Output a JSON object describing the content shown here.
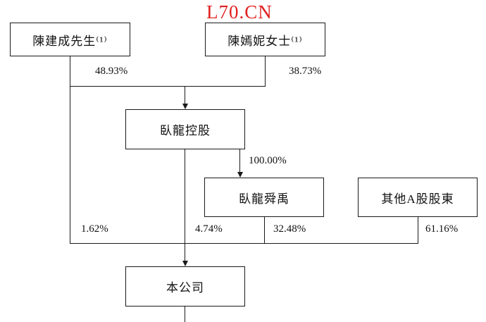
{
  "watermark": "L70.CN",
  "colors": {
    "background": "#ffffff",
    "line": "#1a1a1a",
    "watermark": "#e02020"
  },
  "diagram": {
    "type": "shareholding-structure",
    "nodes": {
      "chen_jiancheng": "陳建成先生⁽¹⁾",
      "chen_yanni": "陳嫣妮女士⁽¹⁾",
      "wolong_holdings": "臥龍控股",
      "wolong_shunyu": "臥龍舜禹",
      "other_a_share": "其他A股股東",
      "company": "本公司"
    },
    "ownership": {
      "chen_jiancheng_in_wolong_holdings": "48.93%",
      "chen_yanni_in_wolong_holdings": "38.73%",
      "wolong_holdings_in_wolong_shunyu": "100.00%",
      "chen_jiancheng_in_company": "1.62%",
      "wolong_holdings_in_company": "4.74%",
      "wolong_shunyu_in_company": "32.48%",
      "other_a_share_in_company": "61.16%"
    }
  }
}
